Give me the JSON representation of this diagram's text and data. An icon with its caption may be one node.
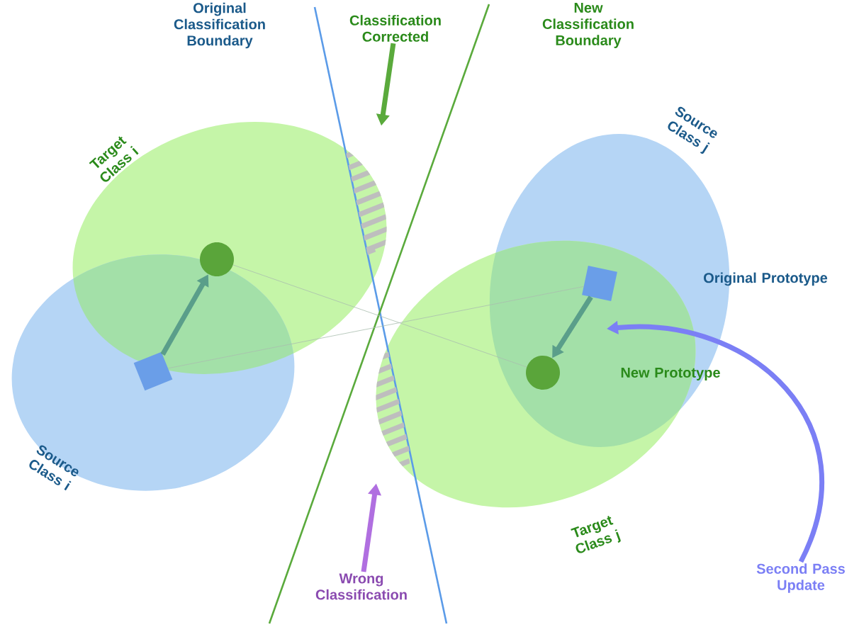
{
  "diagram": {
    "nodes": [
      {
        "text": [],
        "shape": "circle"
      },
      {
        "text": [],
        "shape": "box"
      },
      {
        "text": [],
        "shape": "box"
      },
      {
        "text": [],
        "shape": "circle"
      },
      {
        "text": [],
        "shape": "region"
      },
      {
        "text": [],
        "shape": "region"
      },
      {
        "text": [
          "Classification Corrected"
        ]
      },
      {
        "text": [
          "Wrong Classification"
        ]
      },
      {
        "text": [
          "Second Pass Update"
        ]
      }
    ],
    "edges": [
      {
        "from": 1,
        "to": 0,
        "arrow": "to",
        "color": "#5a9e8a"
      },
      {
        "from": 2,
        "to": 3,
        "arrow": "to",
        "color": "#5a9e8a"
      },
      {
        "from": 0,
        "to": 3,
        "arrow": "none"
      },
      {
        "from": 1,
        "to": 2,
        "arrow": "none"
      },
      {
        "from": 6,
        "to": 4,
        "arrow": "to",
        "color": "#5aaa3c"
      },
      {
        "from": 7,
        "to": 5,
        "arrow": "to",
        "color": "#b06fe0"
      },
      {
        "from": 8,
        "to": null,
        "arrow": "to",
        "color": "#7b7ff5"
      }
    ],
    "labels": [
      "Original Classification Boundary",
      "New Classification Boundary",
      "Target Class i",
      "Source Class j",
      "Original Prototype",
      "New Prototype",
      "Source Class i",
      "Target Class j"
    ]
  }
}
